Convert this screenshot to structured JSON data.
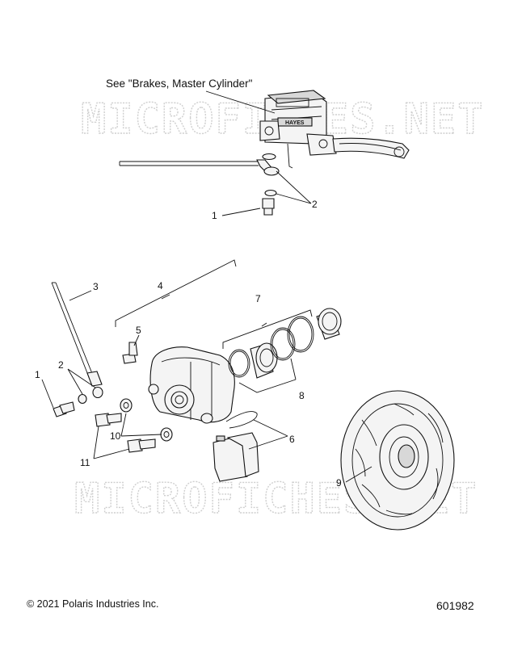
{
  "watermark": {
    "upper": "MICROFICHES.NET",
    "lower": "MICROFICHES.NET"
  },
  "reference_note": "See \"Brakes, Master Cylinder\"",
  "master_cylinder_brand": "HAYES",
  "callouts": [
    {
      "id": "callout-1-upper",
      "text": "1"
    },
    {
      "id": "callout-2-upper",
      "text": "2"
    },
    {
      "id": "callout-1-lower",
      "text": "1"
    },
    {
      "id": "callout-2-lower",
      "text": "2"
    },
    {
      "id": "callout-3",
      "text": "3"
    },
    {
      "id": "callout-4",
      "text": "4"
    },
    {
      "id": "callout-5",
      "text": "5"
    },
    {
      "id": "callout-6",
      "text": "6"
    },
    {
      "id": "callout-7",
      "text": "7"
    },
    {
      "id": "callout-8",
      "text": "8"
    },
    {
      "id": "callout-9",
      "text": "9"
    },
    {
      "id": "callout-10",
      "text": "10"
    },
    {
      "id": "callout-11",
      "text": "11"
    }
  ],
  "footer": {
    "copyright": "© 2021 Polaris Industries Inc.",
    "diagram_number": "601982"
  }
}
